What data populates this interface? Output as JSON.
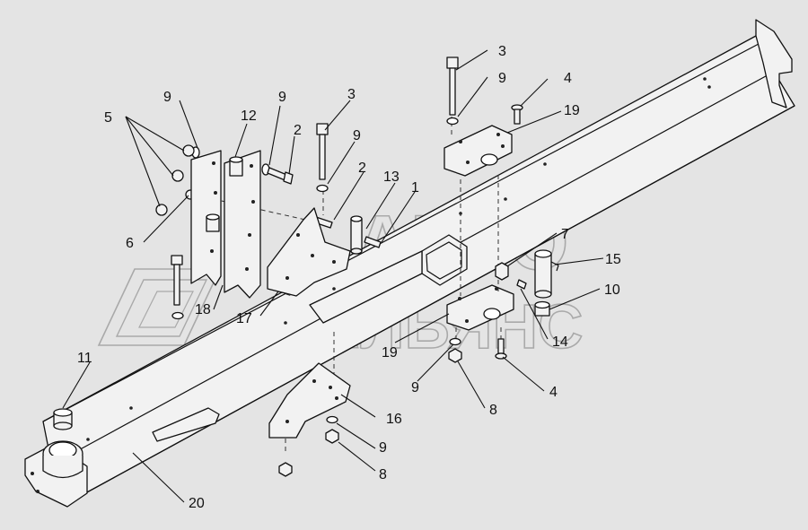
{
  "watermark": {
    "line1": "АВТО",
    "line2": "АЛЬЯНС"
  },
  "callouts": [
    {
      "id": "c3a",
      "text": "3"
    },
    {
      "id": "c9a",
      "text": "9"
    },
    {
      "id": "c4a",
      "text": "4"
    },
    {
      "id": "c19a",
      "text": "19"
    },
    {
      "id": "c9b",
      "text": "9"
    },
    {
      "id": "c12",
      "text": "12"
    },
    {
      "id": "c9c",
      "text": "9"
    },
    {
      "id": "c3b",
      "text": "3"
    },
    {
      "id": "c5",
      "text": "5"
    },
    {
      "id": "c2a",
      "text": "2"
    },
    {
      "id": "c9d",
      "text": "9"
    },
    {
      "id": "c2b",
      "text": "2"
    },
    {
      "id": "c13",
      "text": "13"
    },
    {
      "id": "c1",
      "text": "1"
    },
    {
      "id": "c7",
      "text": "7"
    },
    {
      "id": "c6",
      "text": "6"
    },
    {
      "id": "c15",
      "text": "15"
    },
    {
      "id": "c10",
      "text": "10"
    },
    {
      "id": "c18",
      "text": "18"
    },
    {
      "id": "c17",
      "text": "17"
    },
    {
      "id": "c19b",
      "text": "19"
    },
    {
      "id": "c14",
      "text": "14"
    },
    {
      "id": "c11",
      "text": "11"
    },
    {
      "id": "c9e",
      "text": "9"
    },
    {
      "id": "c4b",
      "text": "4"
    },
    {
      "id": "c8a",
      "text": "8"
    },
    {
      "id": "c16",
      "text": "16"
    },
    {
      "id": "c9f",
      "text": "9"
    },
    {
      "id": "c8b",
      "text": "8"
    },
    {
      "id": "c20",
      "text": "20"
    }
  ]
}
